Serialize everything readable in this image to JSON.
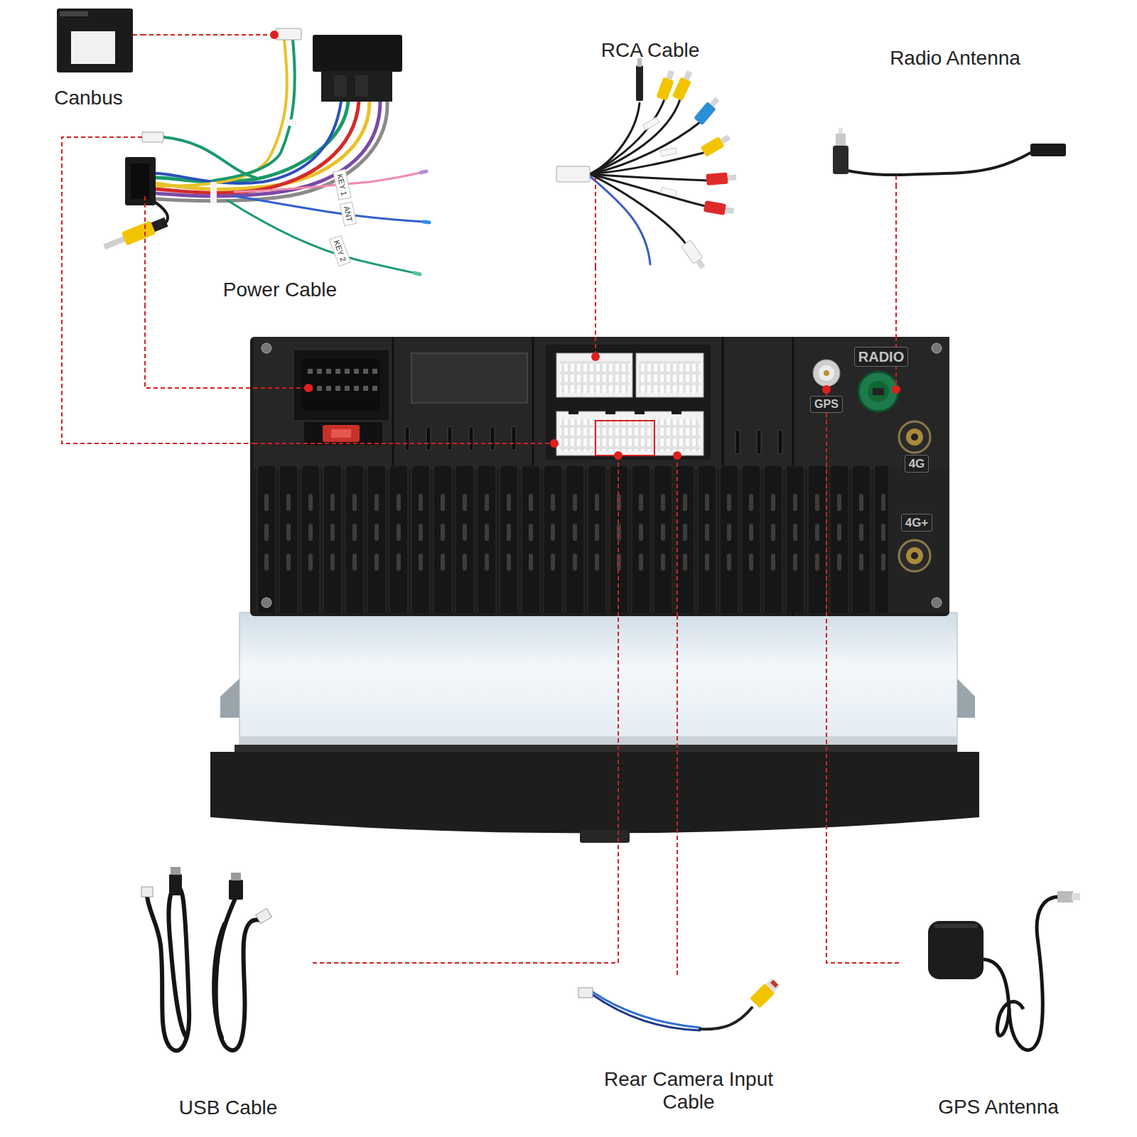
{
  "diagram": {
    "nodes": [
      {
        "text": [
          "Canbus"
        ]
      },
      {
        "text": [
          "Power Cable"
        ]
      },
      {
        "text": [
          "RCA Cable"
        ]
      },
      {
        "text": [
          "Radio Antenna"
        ]
      },
      {
        "text": [
          "USB Cable"
        ]
      },
      {
        "text": [
          "Rear Camera Input Cable"
        ]
      },
      {
        "text": [
          "GPS Antenna"
        ]
      },
      {
        "text": [
          "RADIO",
          "GPS",
          "4G",
          "4G+"
        ]
      }
    ],
    "edges": [
      {
        "from": 0,
        "to": 1,
        "arrow": "none"
      },
      {
        "from": 1,
        "to": 7,
        "arrow": "none"
      },
      {
        "from": 1,
        "to": 7,
        "arrow": "none"
      },
      {
        "from": 2,
        "to": 7,
        "arrow": "none"
      },
      {
        "from": 3,
        "to": 7,
        "arrow": "none"
      },
      {
        "from": 4,
        "to": 7,
        "arrow": "none"
      },
      {
        "from": 5,
        "to": 7,
        "arrow": "none"
      },
      {
        "from": 6,
        "to": 7,
        "arrow": "none"
      }
    ],
    "labels": [
      "KEY 1",
      "ANT",
      "KEY 2"
    ]
  }
}
